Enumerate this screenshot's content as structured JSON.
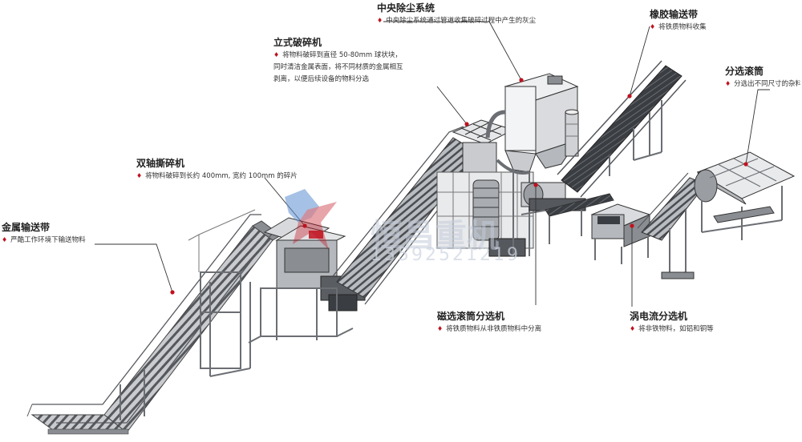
{
  "components": [
    {
      "id": "dust",
      "title": "中央除尘系统",
      "desc": [
        "中央除尘系统通过管道收集破碎过程中产生的灰尘"
      ]
    },
    {
      "id": "vertical",
      "title": "立式破碎机",
      "desc": [
        "将物料破碎到直径 50-80mm 球状块，",
        "同时清洁金属表面，将不同材质的金属相互",
        "剥离，以便后续设备的物料分选"
      ]
    },
    {
      "id": "rubber",
      "title": "橡胶输送带",
      "desc": [
        "将铁质物料收集"
      ]
    },
    {
      "id": "drum",
      "title": "分选滚筒",
      "desc": [
        "分选出不同尺寸的杂料"
      ]
    },
    {
      "id": "shredder",
      "title": "双轴撕碎机",
      "desc": [
        "将物料破碎到长约 400mm, 宽约 100mm 的碎片"
      ]
    },
    {
      "id": "metalbelt",
      "title": "金属输送带",
      "desc": [
        "严酷工作环境下输送物料"
      ]
    },
    {
      "id": "magnetic",
      "title": "磁选滚筒分选机",
      "desc": [
        "将铁质物料从非铁质物料中分离"
      ]
    },
    {
      "id": "eddy",
      "title": "涡电流分选机",
      "desc": [
        "将非铁物料，如铝和铜等"
      ]
    }
  ],
  "watermark": {
    "text": "恒昌重机",
    "phone": "13592521219"
  },
  "colors": {
    "accent": "#c0121f",
    "steel": "#6b6e73",
    "light": "#d9dbde",
    "dark": "#3e4146",
    "logo_blue": "#5d8fd0"
  }
}
